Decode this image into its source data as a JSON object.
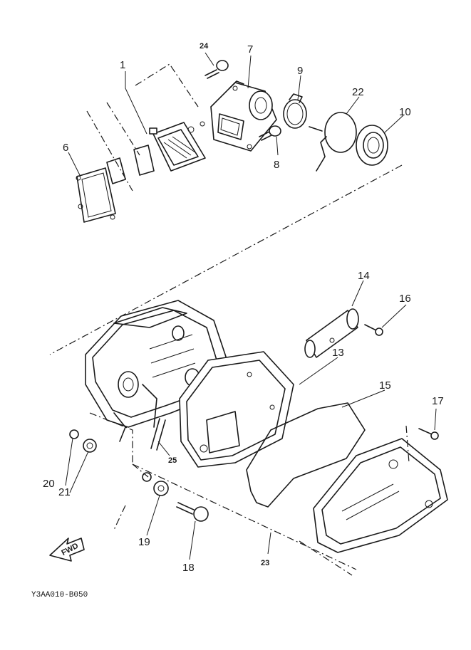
{
  "diagram": {
    "code": "Y3AA010-B050",
    "fwd_label": "FWD",
    "callouts": {
      "c1": "1",
      "c6": "6",
      "c7": "7",
      "c8": "8",
      "c9": "9",
      "c10": "10",
      "c13": "13",
      "c14": "14",
      "c15": "15",
      "c16": "16",
      "c17": "17",
      "c18": "18",
      "c19": "19",
      "c20": "20",
      "c21": "21",
      "c22": "22",
      "c23": "23",
      "c24": "24",
      "c25": "25"
    }
  }
}
